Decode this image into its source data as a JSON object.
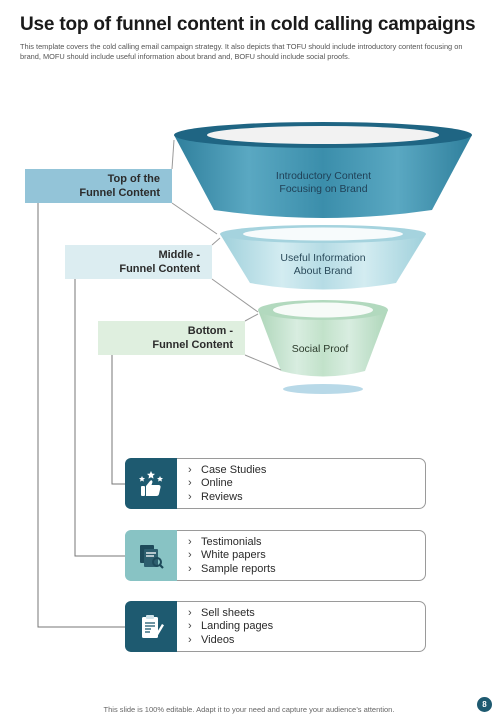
{
  "header": {
    "title": "Use top of funnel content in cold calling campaigns",
    "subtitle": "This template covers the cold calling email campaign strategy. It also depicts that TOFU should include introductory content focusing on brand, MOFU should include useful information about brand and, BOFU should include social proofs."
  },
  "funnel": [
    {
      "label": "Top of the Funnel Content",
      "label_lines": [
        "Top of the",
        "Funnel Content"
      ],
      "content_lines": [
        "Introductory  Content",
        "Focusing on Brand"
      ],
      "color": "#3c8ea9"
    },
    {
      "label": "Middle - Funnel Content",
      "label_lines": [
        "Middle -",
        "Funnel Content"
      ],
      "content_lines": [
        "Useful Information",
        "About Brand"
      ],
      "color": "#b5dde5"
    },
    {
      "label": "Bottom - Funnel Content",
      "label_lines": [
        "Bottom -",
        "Funnel Content"
      ],
      "content_lines": [
        "Social Proof"
      ],
      "color": "#c5e3cd"
    }
  ],
  "cards": [
    {
      "icon": "thumbs-up-stars-icon",
      "items": [
        "Case Studies",
        "Online",
        "Reviews"
      ],
      "icon_bg": "#1e5a70"
    },
    {
      "icon": "documents-magnifier-icon",
      "items": [
        "Testimonials",
        "White papers",
        "Sample reports"
      ],
      "icon_bg": "#88c3c4"
    },
    {
      "icon": "clipboard-pen-icon",
      "items": [
        "Sell sheets",
        "Landing pages",
        "Videos"
      ],
      "icon_bg": "#1e5a70"
    }
  ],
  "footer": {
    "note": "This slide is 100% editable. Adapt it to your need and capture your audience’s attention.",
    "page_number": "8"
  }
}
